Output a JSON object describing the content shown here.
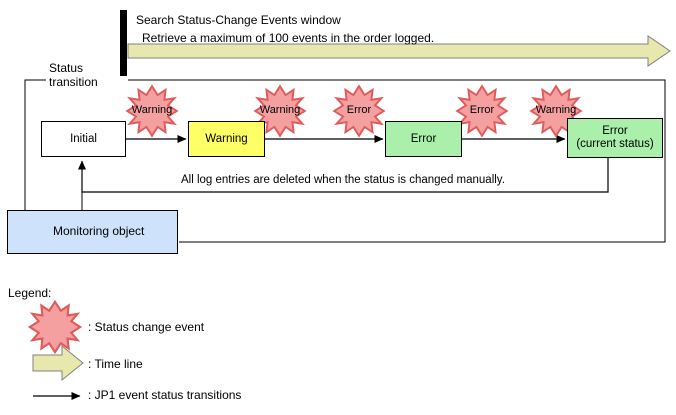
{
  "timeline": {
    "title": "Search Status-Change Events window",
    "subtitle": "Retrieve a maximum of 100 events in the order logged.",
    "arrow_color": "#e8e7ae",
    "arrow_border": "#808080",
    "bar_color": "#000000"
  },
  "status_transition": {
    "caption_line1": "Status",
    "caption_line2": "transition",
    "boxes": [
      {
        "label": "Initial",
        "color": "#ffffff"
      },
      {
        "label": "Warning",
        "color": "#ffff66"
      },
      {
        "label": "Error",
        "color": "#aaf0aa"
      }
    ],
    "current_box": {
      "label_line1": "Error",
      "label_line2": "(current status)",
      "color": "#aaf0aa"
    },
    "events": [
      {
        "label": "Warning"
      },
      {
        "label": "Warning"
      },
      {
        "label": "Error"
      },
      {
        "label": "Error"
      },
      {
        "label": "Warning"
      }
    ],
    "delete_note": "All log entries are deleted when the status is changed manually."
  },
  "monitoring": {
    "label": "Monitoring object",
    "color": "#cfe2fb",
    "icon": "three-circles-icon"
  },
  "legend": {
    "title": "Legend:",
    "items": [
      {
        "icon": "starburst-icon",
        "text": ": Status change event"
      },
      {
        "icon": "block-arrow-icon",
        "text": ": Time line"
      },
      {
        "icon": "arrow-line-icon",
        "text": ": JP1 event status transitions"
      }
    ]
  },
  "colors": {
    "star_fill": "#f4a0a0",
    "star_stroke": "#e05a5a",
    "warning_fill": "#ffff66",
    "error_fill": "#aaf0aa",
    "monitor_fill": "#cfe2fb",
    "timeline_fill": "#e8e7ae"
  }
}
